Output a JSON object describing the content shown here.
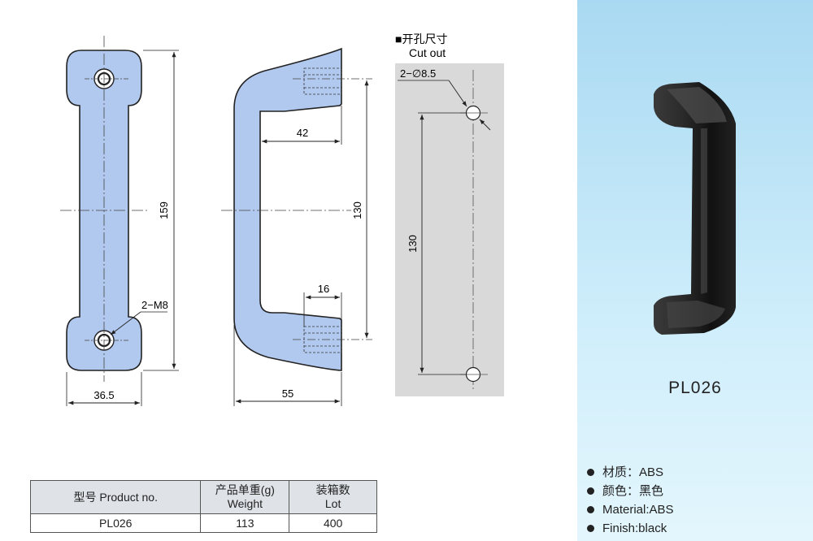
{
  "drawing": {
    "front": {
      "height_dim": "159",
      "width_dim": "36.5",
      "thread_label": "2−M8"
    },
    "side": {
      "inner_dim": "42",
      "spacing_dim": "130",
      "boss_dim": "16",
      "depth_dim": "55"
    },
    "cutout": {
      "title_cn": "■开孔尺寸",
      "title_en": "Cut out",
      "hole_label": "2−∅8.5",
      "spacing_dim": "130"
    }
  },
  "table": {
    "headers": [
      {
        "cn": "型号 Product no.",
        "en": ""
      },
      {
        "cn": "产品单重(g)",
        "en": "Weight"
      },
      {
        "cn": "装箱数",
        "en": "Lot"
      }
    ],
    "rows": [
      [
        "PL026",
        "113",
        "400"
      ]
    ]
  },
  "product": {
    "model": "PL026",
    "specs": [
      "材质：ABS",
      "颜色：黑色",
      "Material:ABS",
      "Finish:black"
    ]
  },
  "colors": {
    "part_fill": "#b2c9ef",
    "panel_bg": "#bfe6f8",
    "cutout_bg": "#d9d9d9"
  }
}
